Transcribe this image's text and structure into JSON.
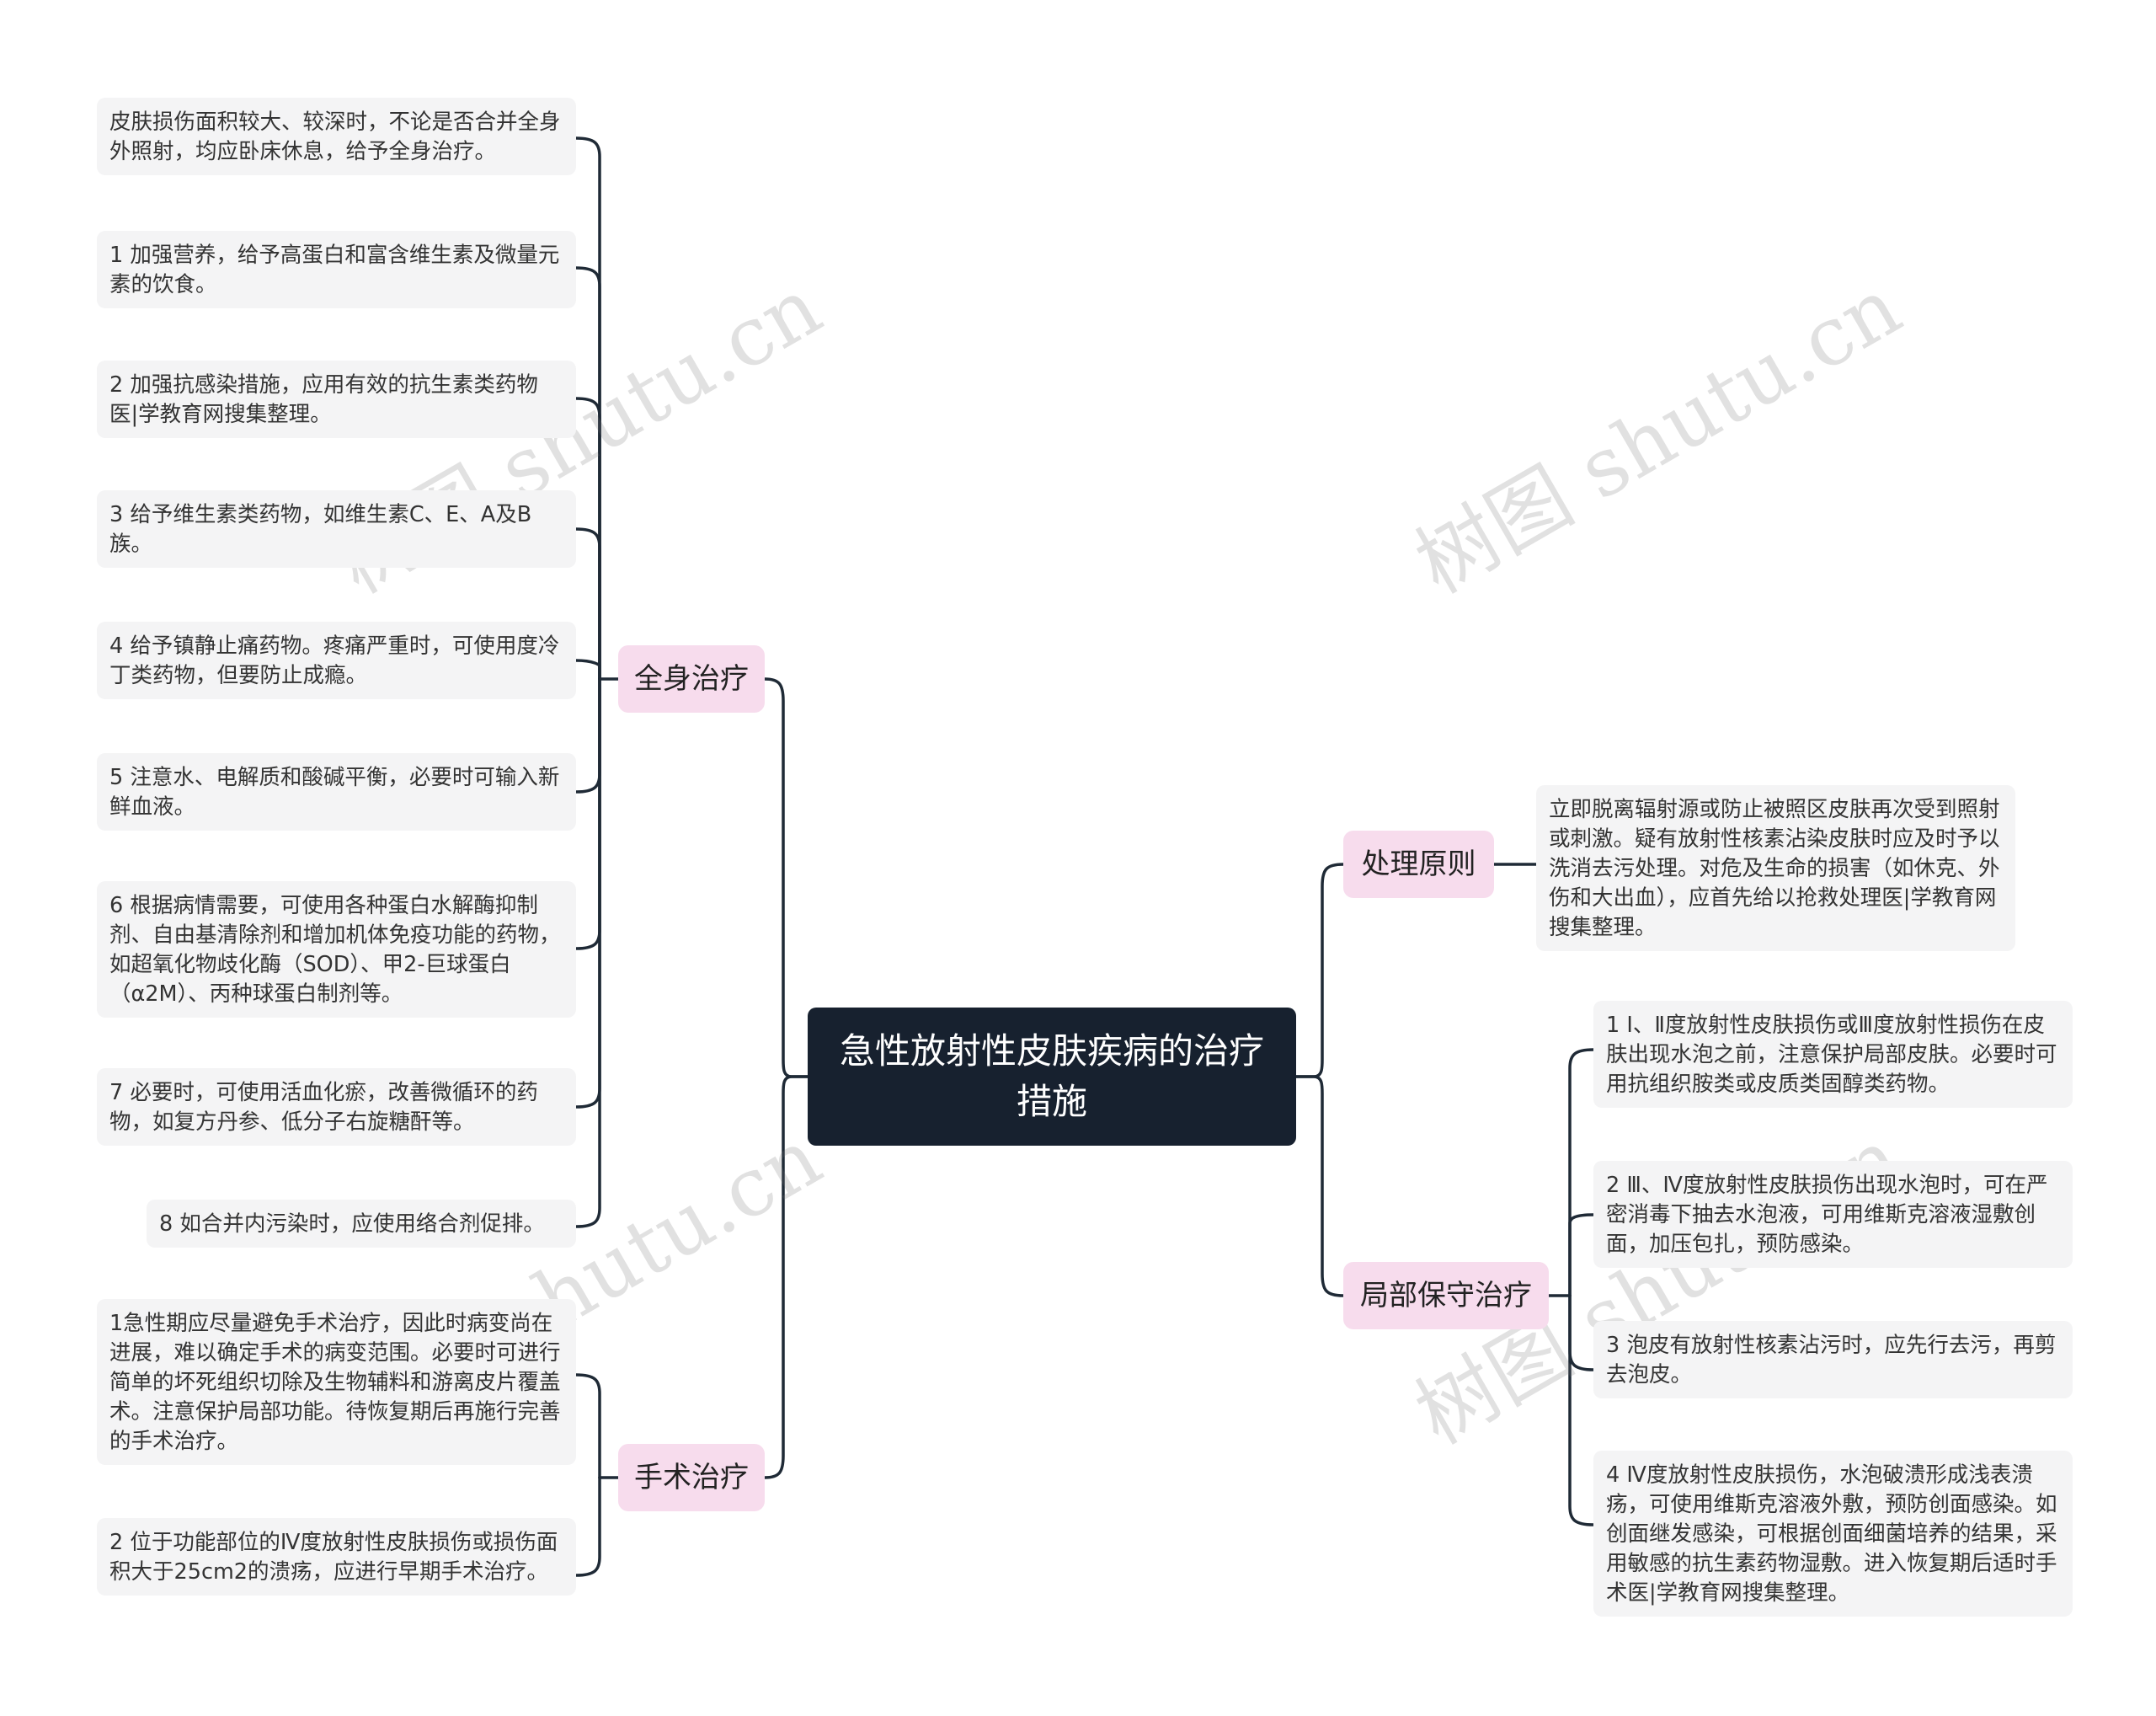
{
  "root": {
    "title": "急性放射性皮肤疾病的治疗措施"
  },
  "branches": {
    "systemic": {
      "label": "全身治疗",
      "items": [
        "皮肤损伤面积较大、较深时，不论是否合并全身外照射，均应卧床休息，给予全身治疗。",
        "1 加强营养，给予高蛋白和富含维生素及微量元素的饮食。",
        "2 加强抗感染措施，应用有效的抗生素类药物医|学教育网搜集整理。",
        "3 给予维生素类药物，如维生素C、E、A及B族。",
        "4 给予镇静止痛药物。疼痛严重时，可使用度冷丁类药物，但要防止成瘾。",
        "5 注意水、电解质和酸碱平衡，必要时可输入新鲜血液。",
        "6 根据病情需要，可使用各种蛋白水解酶抑制剂、自由基清除剂和增加机体免疫功能的药物，如超氧化物歧化酶（SOD）、甲2-巨球蛋白（α2M）、丙种球蛋白制剂等。",
        "7 必要时，可使用活血化瘀，改善微循环的药物，如复方丹参、低分子右旋糖酐等。",
        "8 如合并内污染时，应使用络合剂促排。"
      ]
    },
    "surgery": {
      "label": "手术治疗",
      "items": [
        "1急性期应尽量避免手术治疗，因此时病变尚在进展，难以确定手术的病变范围。必要时可进行简单的坏死组织切除及生物辅料和游离皮片覆盖术。注意保护局部功能。待恢复期后再施行完善的手术治疗。",
        "2 位于功能部位的Ⅳ度放射性皮肤损伤或损伤面积大于25cm2的溃疡，应进行早期手术治疗。"
      ]
    },
    "principle": {
      "label": "处理原则",
      "items": [
        "立即脱离辐射源或防止被照区皮肤再次受到照射或刺激。疑有放射性核素沾染皮肤时应及时予以洗消去污处理。对危及生命的损害（如休克、外伤和大出血），应首先给以抢救处理医|学教育网搜集整理。"
      ]
    },
    "local": {
      "label": "局部保守治疗",
      "items": [
        "1 Ⅰ、Ⅱ度放射性皮肤损伤或Ⅲ度放射性损伤在皮肤出现水泡之前，注意保护局部皮肤。必要时可用抗组织胺类或皮质类固醇类药物。",
        "2 Ⅲ、Ⅳ度放射性皮肤损伤出现水泡时，可在严密消毒下抽去水泡液，可用维斯克溶液湿敷创面，加压包扎，预防感染。",
        "3 泡皮有放射性核素沾污时，应先行去污，再剪去泡皮。",
        "4 Ⅳ度放射性皮肤损伤，水泡破溃形成浅表溃疡，可使用维斯克溶液外敷，预防创面感染。如创面继发感染，可根据创面细菌培养的结果，采用敏感的抗生素药物湿敷。进入恢复期后适时手术医|学教育网搜集整理。"
      ]
    }
  },
  "watermarks": [
    "树图 shutu.cn",
    "树图 shutu.cn",
    "树图 shutu.cn",
    "树图 shutu.cn"
  ],
  "colors": {
    "root_bg": "#17212f",
    "branch_bg": "#f7dced",
    "leaf_bg": "#f4f4f5",
    "line": "#1f2a36"
  }
}
